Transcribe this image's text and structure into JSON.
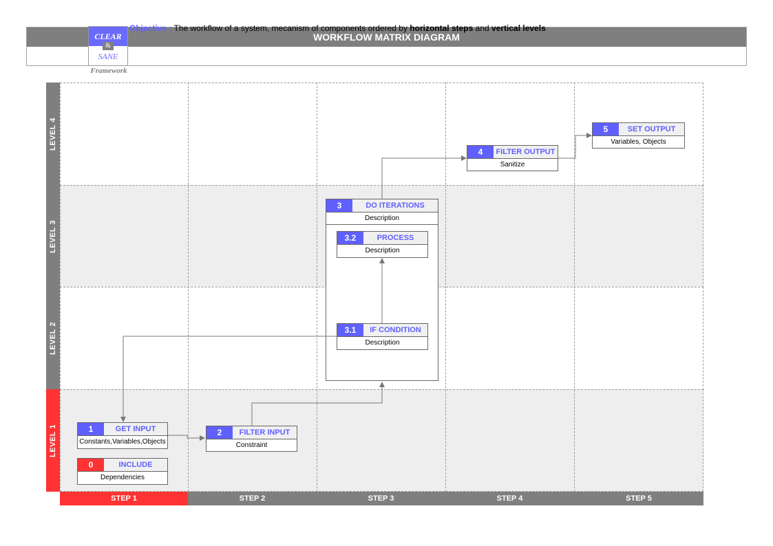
{
  "header": {
    "title": "WORKFLOW MATRIX DIAGRAM",
    "objective_label": "Objective :",
    "objective_text_1": " The workflow of a system, mecanism of components ordered by ",
    "objective_bold_1": "horizontal steps",
    "objective_text_2": " and ",
    "objective_bold_2": "vertical levels"
  },
  "logo": {
    "top": "CLEAR",
    "amp": "&",
    "bottom": "SANE",
    "caption": "Framework"
  },
  "levels": [
    "LEVEL 4",
    "LEVEL 3",
    "LEVEL 2",
    "LEVEL 1"
  ],
  "steps": [
    "STEP 1",
    "STEP 2",
    "STEP 3",
    "STEP 4",
    "STEP 5"
  ],
  "colors": {
    "accent_blue": "#6060ff",
    "accent_red": "#ff3333",
    "header_gray": "#7f7f7f",
    "band_gray": "#eeeeee"
  },
  "nodes": {
    "n0": {
      "num": "0",
      "name": "INCLUDE",
      "desc": "Dependencies"
    },
    "n1": {
      "num": "1",
      "name": "GET INPUT",
      "desc": "Constants,Variables,Objects"
    },
    "n2": {
      "num": "2",
      "name": "FILTER INPUT",
      "desc": "Constraint"
    },
    "n3": {
      "num": "3",
      "name": "DO ITERATIONS",
      "desc": "Description"
    },
    "n31": {
      "num": "3.1",
      "name": "IF CONDITION",
      "desc": "Description"
    },
    "n32": {
      "num": "3.2",
      "name": "PROCESS",
      "desc": "Description"
    },
    "n4": {
      "num": "4",
      "name": "FILTER OUTPUT",
      "desc": "Sanitize"
    },
    "n5": {
      "num": "5",
      "name": "SET OUTPUT",
      "desc": "Variables, Objects"
    }
  }
}
